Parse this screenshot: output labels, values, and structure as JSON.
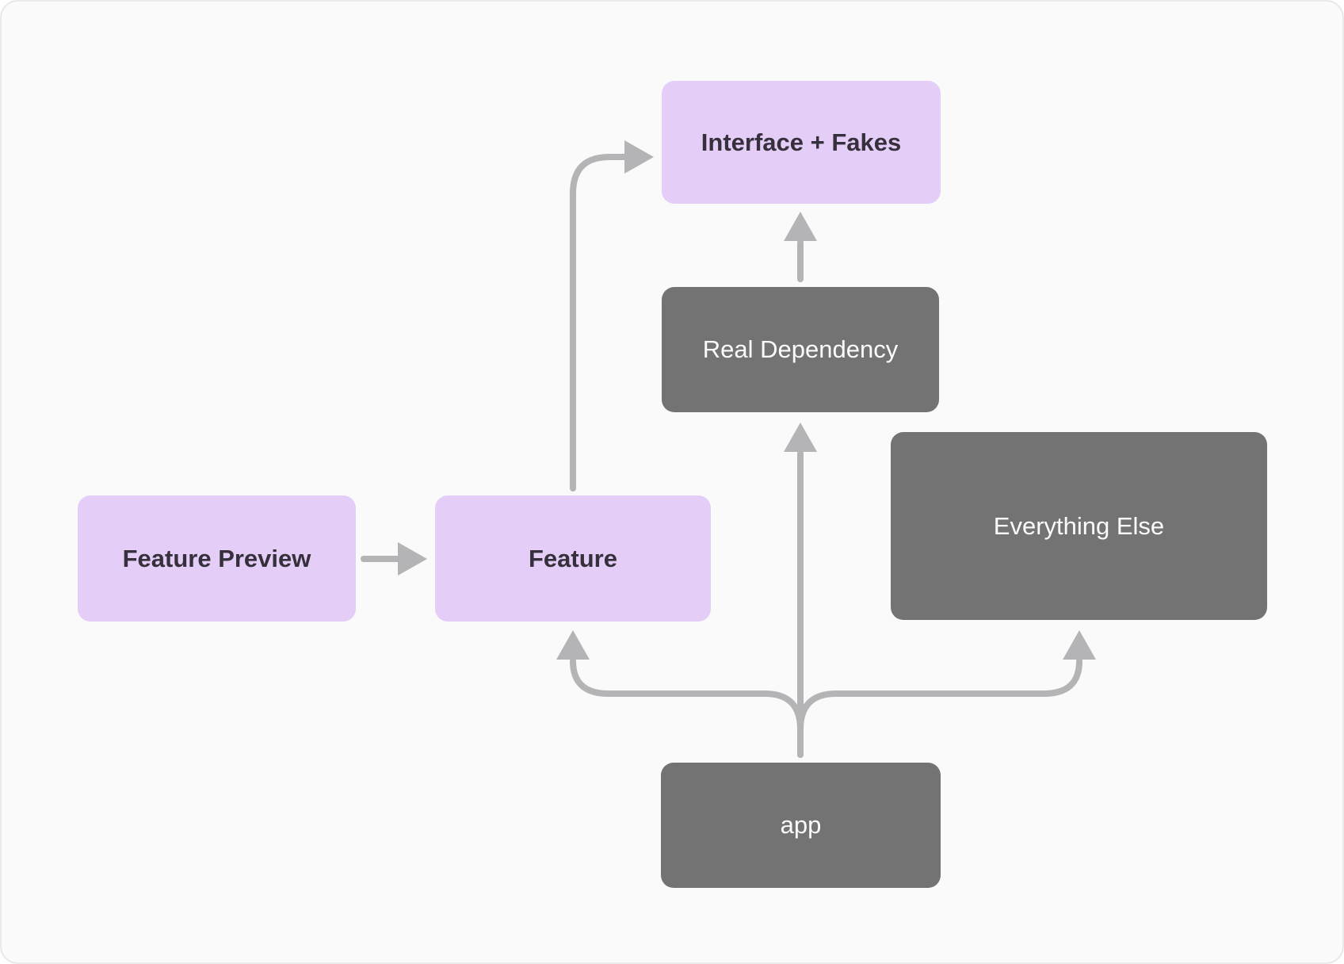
{
  "diagram": {
    "type": "dependency-graph",
    "background_color": "#fafafa",
    "colors": {
      "node_purple": "#e4cef8",
      "node_gray": "#747374",
      "arrow_gray": "#b4b3b5",
      "text_dark": "#35303b",
      "text_light": "#fbfbfd"
    },
    "nodes": [
      {
        "id": "interface-fakes",
        "label": "Interface + Fakes",
        "variant": "purple"
      },
      {
        "id": "real-dependency",
        "label": "Real Dependency",
        "variant": "gray"
      },
      {
        "id": "everything-else",
        "label": "Everything Else",
        "variant": "gray"
      },
      {
        "id": "feature-preview",
        "label": "Feature Preview",
        "variant": "purple"
      },
      {
        "id": "feature",
        "label": "Feature",
        "variant": "purple"
      },
      {
        "id": "app",
        "label": "app",
        "variant": "gray"
      }
    ],
    "edges": [
      {
        "from": "feature-preview",
        "to": "feature"
      },
      {
        "from": "feature",
        "to": "interface-fakes"
      },
      {
        "from": "real-dependency",
        "to": "interface-fakes"
      },
      {
        "from": "app",
        "to": "real-dependency"
      },
      {
        "from": "app",
        "to": "feature"
      },
      {
        "from": "app",
        "to": "everything-else"
      }
    ]
  }
}
